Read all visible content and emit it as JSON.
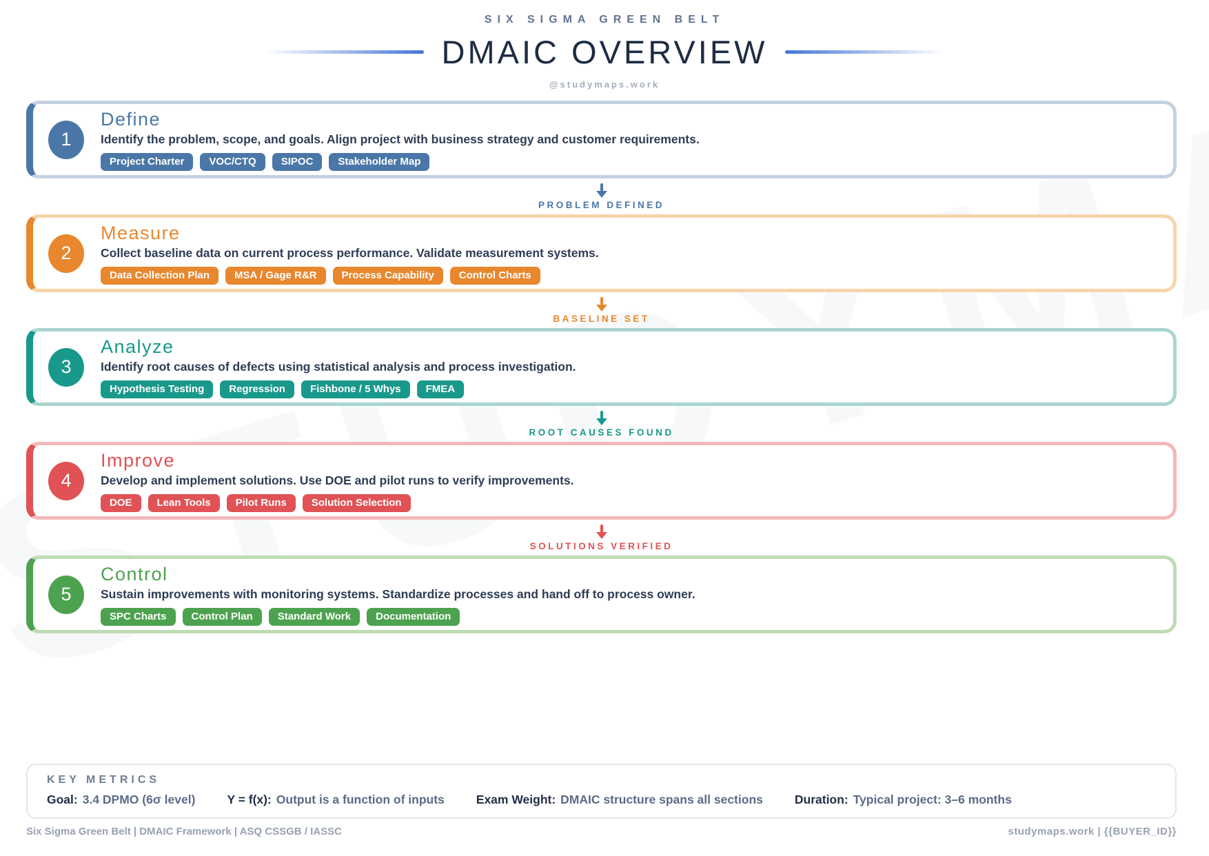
{
  "header": {
    "eyebrow": "SIX SIGMA GREEN BELT",
    "title": "DMAIC OVERVIEW",
    "handle": "@studymaps.work",
    "rule_color": "#4276d8",
    "title_color": "#1d2c42"
  },
  "watermark": "STUDYMAPS",
  "stages": [
    {
      "number": "1",
      "title": "Define",
      "description": "Identify the problem, scope, and goals. Align project with business strategy and customer requirements.",
      "tags": [
        "Project Charter",
        "VOC/CTQ",
        "SIPOC",
        "Stakeholder Map"
      ],
      "color": "#4a77a8",
      "border_color": "#c4d1e1"
    },
    {
      "number": "2",
      "title": "Measure",
      "description": "Collect baseline data on current process performance. Validate measurement systems.",
      "tags": [
        "Data Collection Plan",
        "MSA / Gage R&R",
        "Process Capability",
        "Control Charts"
      ],
      "color": "#e8872e",
      "border_color": "#f6d5ab"
    },
    {
      "number": "3",
      "title": "Analyze",
      "description": "Identify root causes of defects using statistical analysis and process investigation.",
      "tags": [
        "Hypothesis Testing",
        "Regression",
        "Fishbone / 5 Whys",
        "FMEA"
      ],
      "color": "#18998b",
      "border_color": "#a9d6d0"
    },
    {
      "number": "4",
      "title": "Improve",
      "description": "Develop and implement solutions. Use DOE and pilot runs to verify improvements.",
      "tags": [
        "DOE",
        "Lean Tools",
        "Pilot Runs",
        "Solution Selection"
      ],
      "color": "#e05255",
      "border_color": "#f3b7b9"
    },
    {
      "number": "5",
      "title": "Control",
      "description": "Sustain improvements with monitoring systems. Standardize processes and hand off to process owner.",
      "tags": [
        "SPC Charts",
        "Control Plan",
        "Standard Work",
        "Documentation"
      ],
      "color": "#4da24f",
      "border_color": "#bedcb4"
    }
  ],
  "transitions": [
    {
      "label": "PROBLEM DEFINED",
      "color": "#4a77a8"
    },
    {
      "label": "BASELINE SET",
      "color": "#e8872e"
    },
    {
      "label": "ROOT CAUSES FOUND",
      "color": "#18998b"
    },
    {
      "label": "SOLUTIONS VERIFIED",
      "color": "#e05255"
    }
  ],
  "key_metrics": {
    "heading": "KEY METRICS",
    "items": [
      {
        "label": "Goal:",
        "value": "3.4 DPMO (6σ level)"
      },
      {
        "label": "Y = f(x):",
        "value": "Output is a function of inputs"
      },
      {
        "label": "Exam Weight:",
        "value": "DMAIC structure spans all sections"
      },
      {
        "label": "Duration:",
        "value": "Typical project: 3–6 months"
      }
    ]
  },
  "footer": {
    "left": "Six Sigma Green Belt | DMAIC Framework | ASQ CSSGB / IASSC",
    "right": "studymaps.work | {{BUYER_ID}}"
  }
}
